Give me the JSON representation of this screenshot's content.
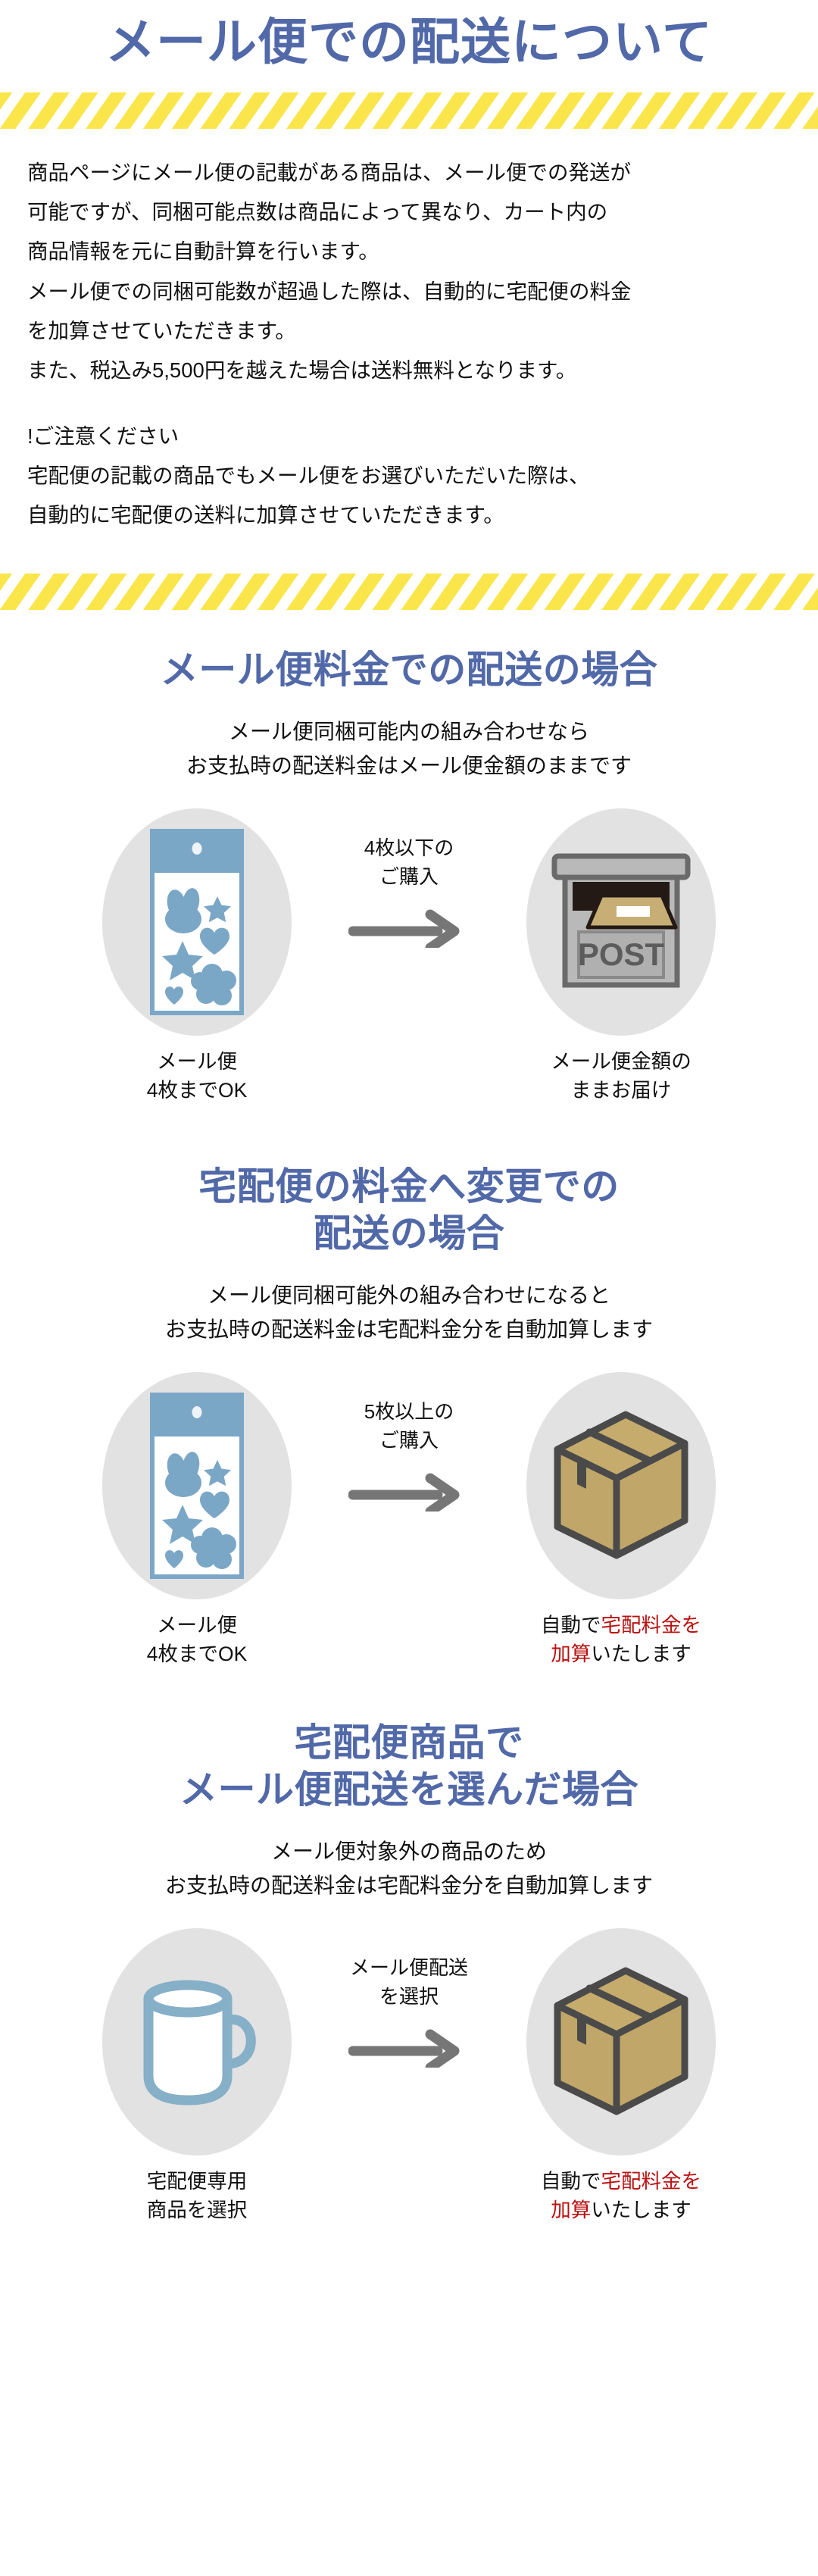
{
  "page": {
    "title": "メール便での配送について",
    "accent_blue": "#5169a8",
    "stripe_yellow": "#fae64b",
    "caution_red": "#bb1111",
    "blob_gray": "#e2e2e2",
    "sticker_blue": "#7ba7c7",
    "box_tan": "#c0a668",
    "box_outline": "#4a4a4a",
    "arrow_gray": "#767676",
    "post_gray": "#9b9b9b",
    "mug_blue": "#86afc8"
  },
  "intro": {
    "lines": [
      "商品ページにメール便の記載がある商品は、メール便での発送が",
      "可能ですが、同梱可能点数は商品によって異なり、カート内の",
      "商品情報を元に自動計算を行います。",
      "メール便での同梱可能数が超過した際は、自動的に宅配便の料金",
      "を加算させていただきます。",
      "また、税込み5,500円を越えた場合は送料無料となります。"
    ],
    "caution_heading": "!ご注意ください",
    "caution_lines": [
      "宅配便の記載の商品でもメール便をお選びいただいた際は、",
      "自動的に宅配便の送料に加算させていただきます。"
    ]
  },
  "sections": [
    {
      "title_lines": [
        "メール便料金での配送の場合"
      ],
      "desc_lines": [
        "メール便同梱可能内の組み合わせなら",
        "お支払時の配送料金はメール便金額のままです"
      ],
      "left": {
        "icon": "sticker-sheet-icon",
        "caption_lines": [
          "メール便",
          "4枚までOK"
        ]
      },
      "middle": {
        "label_lines": [
          "4枚以下の",
          "ご購入"
        ],
        "icon": "arrow-right-icon"
      },
      "right": {
        "icon": "post-box-icon",
        "caption_lines": [
          "メール便金額の",
          "ままお届け"
        ],
        "caption_highlight": []
      }
    },
    {
      "title_lines": [
        "宅配便の料金へ変更での",
        "配送の場合"
      ],
      "desc_lines": [
        "メール便同梱可能外の組み合わせになると",
        "お支払時の配送料金は宅配料金分を自動加算します"
      ],
      "left": {
        "icon": "sticker-sheet-icon",
        "caption_lines": [
          "メール便",
          "4枚までOK"
        ]
      },
      "middle": {
        "label_lines": [
          "5枚以上の",
          "ご購入"
        ],
        "icon": "arrow-right-icon"
      },
      "right": {
        "icon": "cardboard-box-icon",
        "caption_line1_plain": "自動で",
        "caption_line1_red": "宅配料金を",
        "caption_line2_red": "加算",
        "caption_line2_plain": "いたします"
      }
    },
    {
      "title_lines": [
        "宅配便商品で",
        "メール便配送を選んだ場合"
      ],
      "desc_lines": [
        "メール便対象外の商品のため",
        "お支払時の配送料金は宅配料金分を自動加算します"
      ],
      "left": {
        "icon": "mug-icon",
        "caption_lines": [
          "宅配便専用",
          "商品を選択"
        ]
      },
      "middle": {
        "label_lines": [
          "メール便配送",
          "を選択"
        ],
        "icon": "arrow-right-icon"
      },
      "right": {
        "icon": "cardboard-box-icon",
        "caption_line1_plain": "自動で",
        "caption_line1_red": "宅配料金を",
        "caption_line2_red": "加算",
        "caption_line2_plain": "いたします"
      }
    }
  ],
  "post_box": {
    "label": "POST"
  }
}
